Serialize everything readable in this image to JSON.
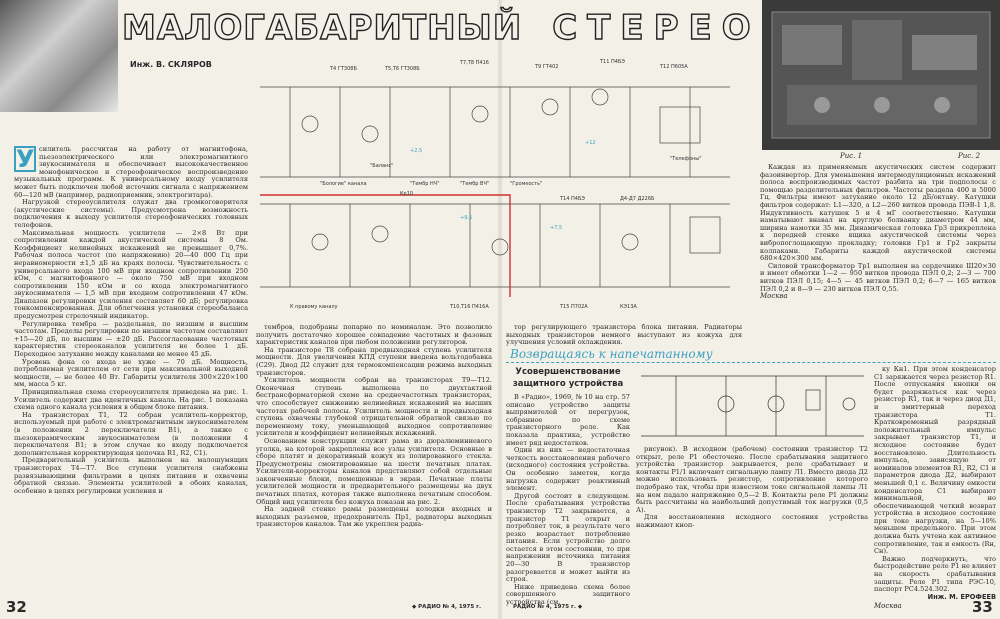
{
  "header": {
    "title_word1": "МАЛОГАБАРИТНЫЙ",
    "title_word2": "СТЕРЕО",
    "byline": "Инж. В. СКЛЯРОВ"
  },
  "figures": {
    "fig1_caption": "Рис. 1",
    "fig2_caption": "Рис. 2",
    "schematic_labels": [
      "Т4 ГТ308Б",
      "Т5,Т6 ГТ308Б",
      "Т7,Т8 П416",
      "Т9 ГТ402",
      "Т11 П4БЭ",
      "Т12 П605А",
      "Т10,Т16 П416А",
      "Т14 П4БЭ",
      "Т15 П702А",
      "Д4-Д7 Д226Б",
      "Кр10",
      "КЭ13А",
      "\"Бологие\" канала",
      "\"Тембр НЧ\"",
      "\"Тембр ВЧ\"",
      "\"Громкость\"",
      "\"Баланс\"",
      "\"Телефоны\"",
      "К правому каналу"
    ],
    "accent_red": "#d03030",
    "accent_blue": "#3aa0c0"
  },
  "left_column": {
    "dropcap": "У",
    "paragraphs": [
      "силитель рассчитан на работу от магнитофона, пьезоэлектрического или электромагнитного звукоснимателя и обеспечивает высококачественное монофоническое и стереофоническое воспроизведение музыкальных программ. К универсальному входу усилителя может быть подключен любой источник сигнала с напряжением 60—120 мВ (например, радиоприемник, электрогитара).",
      "Нагрузкой стереоусилителя служат два громкоговорителя (акустические системы). Предусмотрена возможность подключения к выходу усилителя стереофонических головных телефонов.",
      "Максимальная мощность усилителя — 2×8 Вт при сопротивлении каждой акустической системы 8 Ом. Коэффициент нелинейных искажений не превышает 0,7%. Рабочая полоса частот (по напряжению) 20—40 000 Гц при неравномерности ±1,5 дБ на краях полосы. Чувствительность с универсального входа 100 мВ при входном сопротивлении 250 кОм, с магнитофонного — около 750 мВ при входном сопротивлении 150 кОм и со входа электромагнитного звукоснимателя — 1,5 мВ при входном сопротивлении 47 кОм. Диапазон регулировки усиления составляет 60 дБ; регулировка тонкомпенсированная. Для облегчения установки стереобаланса предусмотрен стрелочный индикатор.",
      "Регулировка тембра — раздельная, по низшим и высшим частотам. Пределы регулировки по низшим частотам составляют +15—20 дБ, по высшим — ±20 дБ. Рассогласование частотных характеристик стереоканалов усилителя не более 1 дБ. Переходное затухание между каналами не менее 45 дБ.",
      "Уровень фона со входа не хуже — 70 дБ. Мощность, потребляемая усилителем от сети при максимальной выходной мощности, — не более 40 Вт. Габариты усилителя 300×220×100 мм, масса 5 кг.",
      "Принципиальная схема стереоусилителя приведена на рис. 1. Усилитель содержит два идентичных канала. На рис. 1 показана схема одного канала усиления в общем блоке питания.",
      "На транзисторах Т1, Т2 собран усилитель-корректор, используемый при работе с электромагнитным звукоснимателем (в положении 2 переключателя В1), а также с пьезокерамическим звукоснимателем (в положении 4 переключателя В1; в этом случае ко входу подключается дополнительная корректирующая цепочка R1, R2, C1).",
      "Предварительный усилитель выполнен на малошумящих транзисторах Т4—Т7. Все ступени усилителя снабжены развязывающими фильтрами в цепях питания и охвачены обратной связью. Элементы усилителей в обоих каналах, особенно в цепях регулировки усиления и"
    ]
  },
  "middle_column": {
    "paragraphs": [
      "тембров, подобраны попарно по номиналам. Это позволило получить достаточно хорошее совпадение частотных и фазовых характеристик каналов при любом положении регуляторов.",
      "На транзисторе Т8 собрана предвыходная ступень усилителя мощности. Для увеличения КПД ступени введена вольтодобавка (С29). Диод Д2 служит для термокомпенсации режима выходных транзисторов.",
      "Усилитель мощности собран на транзисторах Т9—Т12. Оконечная ступень выполнена по двухтактной бестрансформаторной схеме на среднечастотных транзисторах, что способствует снижению нелинейных искажений на высших частотах рабочей полосы. Усилитель мощности и предвыходная ступень охвачены глубокой отрицательной обратной связью по переменному току, уменьшающей выходное сопротивление усилителя и коэффициент нелинейных искажений.",
      "Основанием конструкции служит рама из дюралюминиевого уголка, на которой закреплены все узлы усилителя. Основные в сборе платят и декоративный кожух из полированного стекла. Предусмотрены смонтированные на шести печатных платах. Усилители-корректоры каналов представляют собой отдельные законченные блоки, помещенные в экран. Печатные платы усилителей мощности и предварительного размещены на двух печатных платах, которая также выполнена печатным способом. Общий вид усилителя без кожуха показан на рис. 2.",
      "На задней стенке рамы размещены колодки входных и выходных разъемов, предохранитель Пр1, радиаторы выходных транзисторов каналов. Там же укреплен радиа-"
    ]
  },
  "right_mid": {
    "paragraphs": [
      "тор регулирующего транзистора блока питания. Радиаторы выходных транзисторов немного выступают из кожуха для улучшения условий охлаждения."
    ]
  },
  "section": {
    "kicker": "Возвращаясь к напечатанному",
    "title_line1": "Усовершенствование",
    "title_line2": "защитного устройства"
  },
  "article2": {
    "col1": [
      "В «Радио», 1969, № 10 на стр. 57 описано устройство защиты выпрямителей от перегрузок, собранное по схеме транзисторного реле. Как показала практика, устройство имеет ряд недостатков.",
      "Один из них — недостаточная четкость восстановления рабочего (исходного) состояния устройства. Он особенно заметен, когда нагрузка содержит реактивный элемент.",
      "Другой состоит в следующем. После срабатывания устройства транзистор Т2 закрывается, а транзистор Т1 открыт и потребляет ток, в результате чего резко возрастает потребление питания. Если устройство долго остается в этом состоянии, то при напряжении источника питания 20—30 В транзистор разогревается и может выйти из строя.",
      "Ниже приведена схема более совершенного защитного устройства (см."
    ],
    "col2": [
      "рисунок). В исходном (рабочем) состоянии транзистор Т2 открыт, реле Р1 обесточено. После срабатывания защитного устройства транзистор закрывается, реле срабатывает и контакты Р1/1 включают сигнальную лампу Л1. Вместо диода Д2 можно использовать резистор, сопротивление которого подобрано так, чтобы при известном токе сигнальной лампы Л1 на нем падало напряжение 0,5—2 В. Контакты реле Р1 должны быть рассчитаны на наибольший допустимый ток нагрузки (0,5 А).",
      "Для восстановления исходного состояния устройства нажимают кноп-"
    ],
    "col3": [
      "ку Кн1. При этом конденсатор С1 заряжается через резистор R1. После отпускания кнопки он будет разряжаться как через резистор R1, так и через диод Д1, и эмиттерный переход транзистора Т1. Кратковременный разрядный положительный импульс закрывает транзистор Т1, и исходное состояние будет восстановлено. Длительность импульса, зависящую от номиналов элементов R1, R2, C1 и параметров диода Д2, выбирают меньшей 0,1 с. Величину емкости конденсатора С1 выбирают минимальной, но обеспечивающей четкий возврат устройства в исходное состояние при токе нагрузки, на 5—10% меньшем предельного. При этом должна быть учтена как активное сопротивление, так и емкость (Rн, Сн).",
      "Важно подчеркнуть, что быстродействие реле Р1 не влияет на скорость срабатывания защиты. Реле Р1 типа РЭС-10, паспорт РС4.524.302."
    ],
    "author": "Инж. М. ЕРОФЕЕВ",
    "city": "Москва"
  },
  "right_column": {
    "paragraphs": [
      "Каждая из применяемых акустических систем содержит фазоинвертор. Для уменьшения интермодуляционных искажений полоса воспроизводимых частот разбита на три подполосы с помощью разделительных фильтров. Частоты раздела 400 и 5000 Гц. Фильтры имеют затухание около 12 дБ/октаву. Катушки фильтров содержат: L1—320, а L2—260 витков провода ПЭВ-1 1,8. Индуктивность катушек 5 и 4 мГ соответственно. Катушки наматывают внавал на круглую болванку диаметром 44 мм, ширина намотки 35 мм. Динамическая головка Гр3 прикреплена к передней стенке ящика акустической системы через вибропоглощающую прокладку; головки Гр1 и Гр2 закрыты колпаками. Габариты каждой акустической системы 680×420×300 мм.",
      "Силовой трансформатор Тр1 выполнен на сердечнике Ш20×30 и имеет обмотки 1—2 — 950 витков провода ПЭЛ 0,2; 2—3 — 700 витков ПЭЛ 0,15; 4—5 — 45 витков ПЭЛ 0,2; 6—7 — 165 витков ПЭЛ 0,2 и 8—9 — 230 витков ПЭЛ 0,55."
    ],
    "city": "Москва"
  },
  "footer": {
    "left_page": "32",
    "right_page": "33",
    "left_running": "РАДИО № 4, 1975 г.",
    "right_running": "РАДИО № 4, 1975 г."
  }
}
